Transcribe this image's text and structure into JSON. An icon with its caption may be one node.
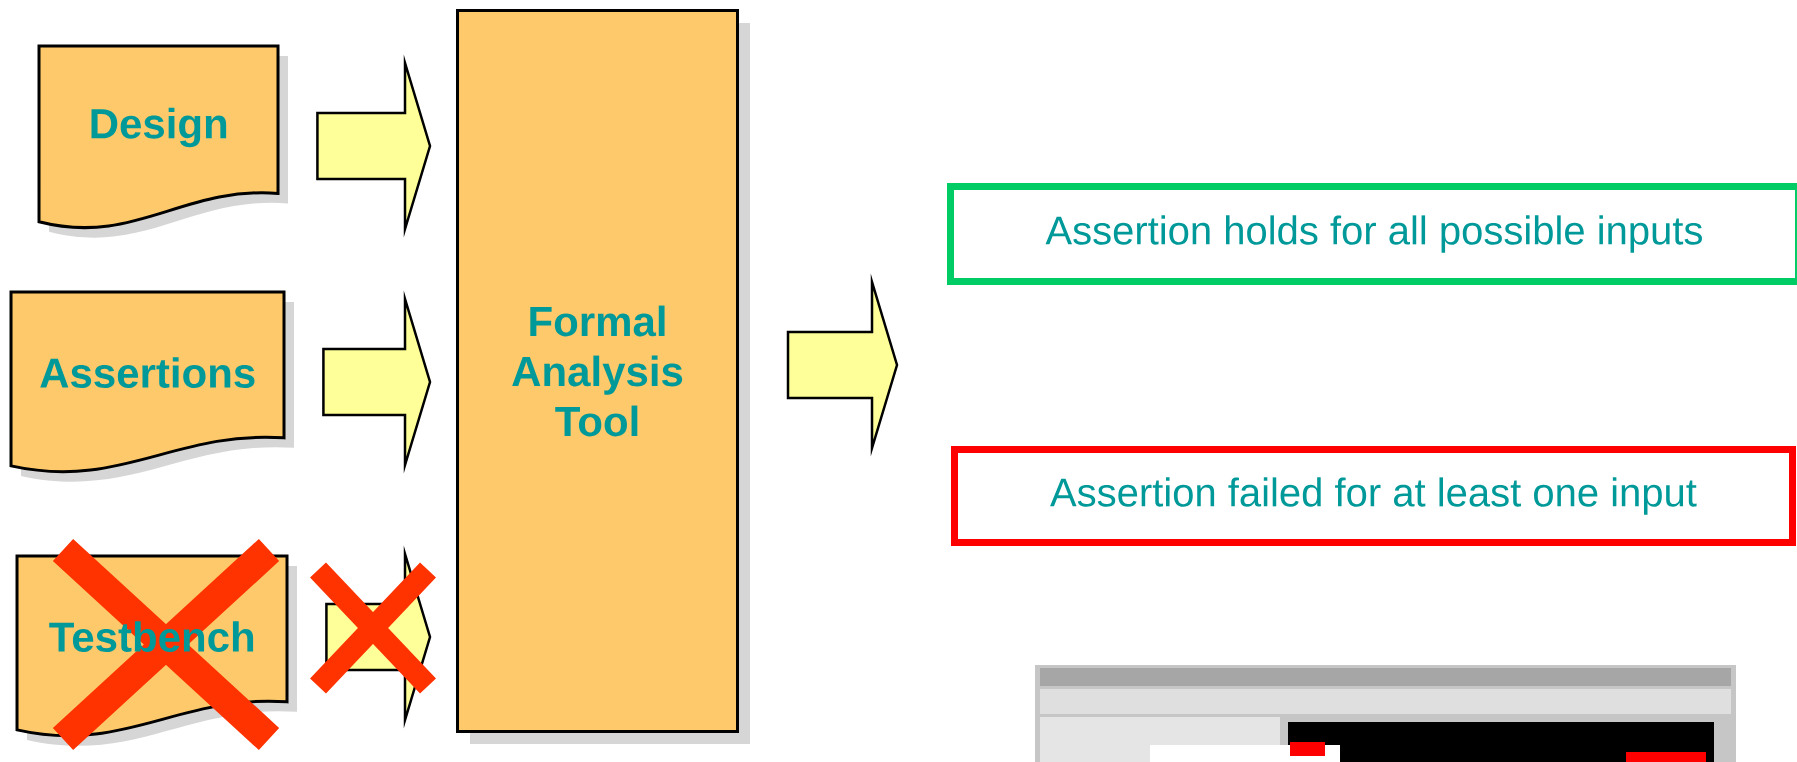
{
  "diagram": {
    "nodes": [
      {
        "text": [
          "Design"
        ]
      },
      {
        "text": [
          "Assertions"
        ]
      },
      {
        "text": [
          "Testbench"
        ]
      },
      {
        "text": [
          "Formal Analysis Tool"
        ]
      },
      {
        "text": [
          "Assertion holds for all possible inputs"
        ]
      },
      {
        "text": [
          "Assertion failed for at least one input"
        ]
      }
    ],
    "edges": [
      {
        "from": 0,
        "to": 3,
        "arrow": "to"
      },
      {
        "from": 1,
        "to": 3,
        "arrow": "to"
      },
      {
        "from": 2,
        "to": 3,
        "arrow": "to"
      },
      {
        "from": 3,
        "to": null,
        "arrow": "to"
      }
    ]
  }
}
